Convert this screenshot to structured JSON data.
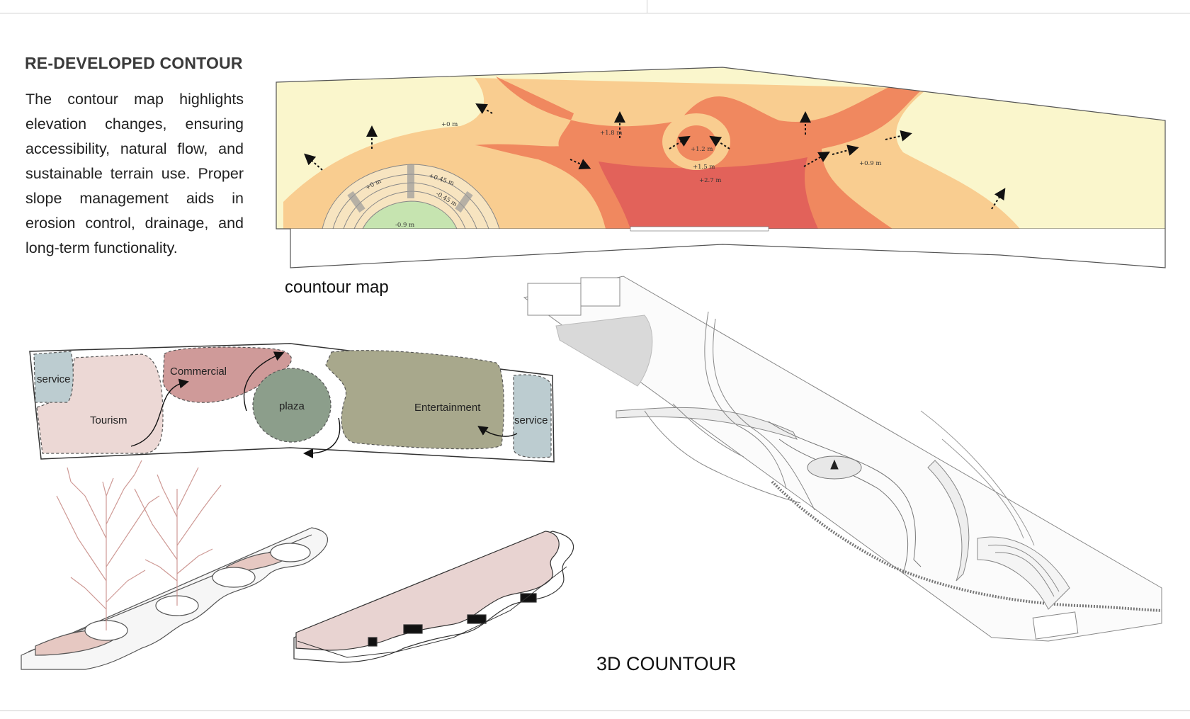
{
  "heading": "RE-DEVELOPED CONTOUR",
  "description": "The contour map highlights elevation changes, ensuring accessibility, natural flow, and sustainable terrain use. Proper slope management aids in erosion control, drainage, and long-term functionality.",
  "captions": {
    "contour_map": "countour map",
    "contour_3d": "3D COUNTOUR"
  },
  "contour_labels": {
    "l0a": "+0 m",
    "l18": "+1.8 m",
    "l12": "+1.2 m",
    "l15": "+1.5 m",
    "l27": "+2.7 m",
    "l09": "+0.9 m",
    "l045a": "+0.45 m",
    "l0b": "+0 m",
    "l045b": "-0.45 m",
    "l09n": "-0.9 m"
  },
  "zoning": {
    "service_left": "service",
    "commercial": "Commercial",
    "tourism": "Tourism",
    "plaza": "plaza",
    "entertainment": "Entertainment",
    "service_right": "service"
  },
  "colors": {
    "pale_yellow": "#faf6cc",
    "light_orange": "#f9cd90",
    "orange": "#f0885f",
    "red": "#e2625a",
    "green": "#c6e4b0",
    "tourism": "#ecd8d5",
    "commercial": "#cf9a99",
    "plaza": "#8c9e8b",
    "entertainment": "#a8a88c",
    "service": "#bcccd0",
    "planter": "#e6c8c2"
  }
}
